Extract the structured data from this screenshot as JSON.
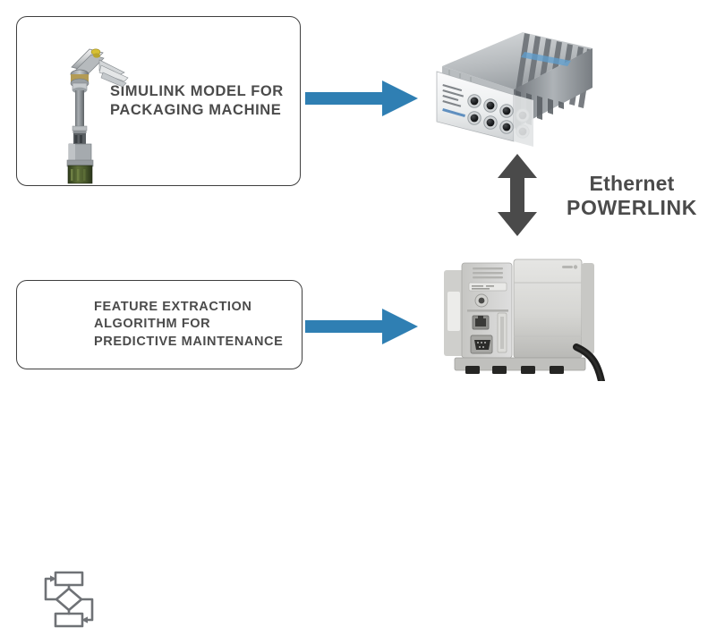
{
  "diagram": {
    "title": "Simulink model and feature extraction connected over Ethernet POWERLINK",
    "background_color": "#ffffff",
    "accent_color": "#2f7fb3",
    "text_color": "#4b4b4b",
    "border_color": "#3f3f3f"
  },
  "boxes": [
    {
      "id": "simulink",
      "text": "SIMULINK MODEL FOR\nPACKAGING MACHINE",
      "icon": "robot-actuator-icon"
    },
    {
      "id": "feature",
      "text": "FEATURE EXTRACTION\nALGORITHM FOR\nPREDICTIVE MAINTENANCE",
      "icon": "flowchart-icon"
    }
  ],
  "arrows": [
    {
      "id": "top",
      "direction": "right",
      "color": "#2f7fb3",
      "name": "arrow-simulink-to-target"
    },
    {
      "id": "bottom",
      "direction": "right",
      "color": "#2f7fb3",
      "name": "arrow-feature-to-plc"
    },
    {
      "id": "link",
      "direction": "bidirectional-vertical",
      "color": "#4a4a4a",
      "name": "arrow-ethernet-powerlink"
    }
  ],
  "protocol": {
    "line1": "Ethernet",
    "line2": "POWERLINK"
  },
  "devices": [
    {
      "id": "target",
      "name": "realtime-target-machine",
      "description": "Real-time target machine with heat sink fins and round panel connectors",
      "body_color": "#c9cccf",
      "fin_color": "#7e848a",
      "panel_color": "#eef0f1"
    },
    {
      "id": "plc",
      "name": "programmable-logic-controller",
      "description": "Light gray PLC module with Ethernet and serial ports and black cable",
      "body_color": "#d8d8d6",
      "panel_color": "#bcbcba",
      "cable_color": "#232323"
    }
  ]
}
